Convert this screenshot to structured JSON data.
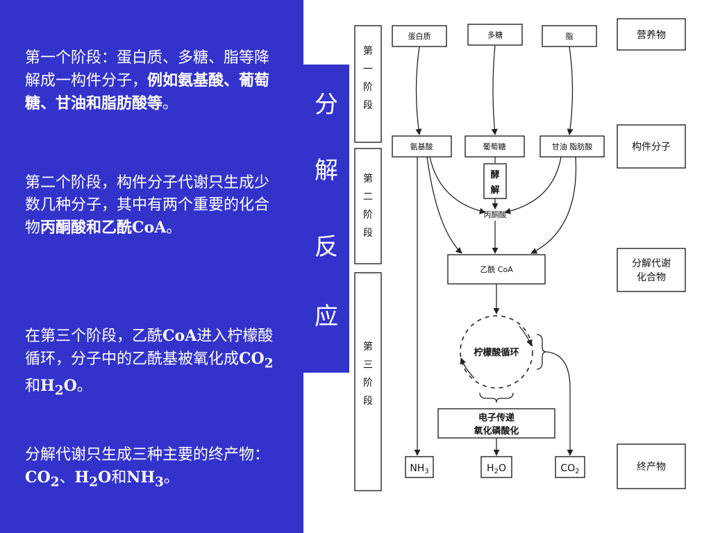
{
  "paragraphs": {
    "p1": {
      "plain": "第一个阶段：蛋白质、多糖、脂等降解成一构件分子，",
      "bold": "例如氨基酸、葡萄糖、甘油和脂肪酸等",
      "tail": "。"
    },
    "p2": {
      "plain": "第二个阶段，构件分子代谢只生成少数几种分子，其中有两个重要的化合物",
      "bold": "丙酮酸和乙酰CoA",
      "tail": "。"
    },
    "p3": {
      "a": "在第三个阶段，乙酰",
      "b": "CoA",
      "c": "进入柠檬酸循环，分子中的乙酰基被氧化成",
      "d": "CO",
      "d_sub": "2",
      "e": "和",
      "f": "H",
      "f_sub": "2",
      "g": "O",
      "h": "。"
    },
    "p4": {
      "a": "分解代谢只生成三种主要的终产物：",
      "b": "CO",
      "b_sub": "2",
      "c": "、",
      "d": "H",
      "d_sub": "2",
      "e": "O",
      "f": "和",
      "g": "NH",
      "g_sub": "3",
      "h": "。"
    }
  },
  "title_tab": {
    "chars": [
      "分",
      "解",
      "反",
      "应"
    ]
  },
  "diagram": {
    "stage1": [
      "第",
      "一",
      "阶",
      "段"
    ],
    "stage2": [
      "第",
      "二",
      "阶",
      "段"
    ],
    "stage3": [
      "第",
      "三",
      "阶",
      "段"
    ],
    "top": {
      "protein": "蛋白质",
      "polysaccharide": "多糖",
      "fat": "脂"
    },
    "mid": {
      "amino_acid": "氨基酸",
      "glucose": "葡萄糖",
      "glycerol": "甘油 脂肪酸"
    },
    "glycolysis": [
      "酵",
      "解"
    ],
    "pyruvate": "丙酮酸",
    "acetyl_coa": "乙酰 CoA",
    "cycle": "柠檬酸循环",
    "etc": [
      "电子传递",
      "氧化磷酸化"
    ],
    "products": {
      "nh3": "NH",
      "nh3_sub": "3",
      "h2o_a": "H",
      "h2o_sub": "2",
      "h2o_b": "O",
      "co2": "CO",
      "co2_sub": "2"
    },
    "right": {
      "nutrients": "营养物",
      "building": "构件分子",
      "intermediate": [
        "分解代谢",
        "化合物"
      ],
      "final": "终产物"
    }
  }
}
